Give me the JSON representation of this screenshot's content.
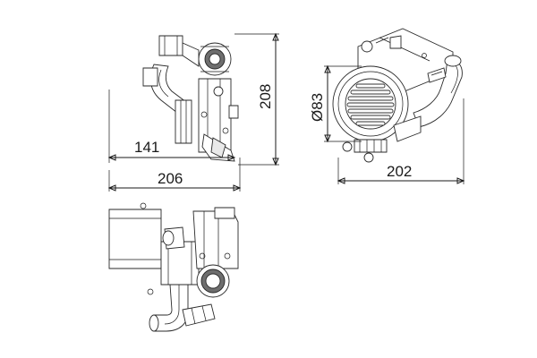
{
  "diagram": {
    "dimensions": {
      "width_side": "141",
      "width_overall": "206",
      "height_overall": "208",
      "diameter_flange": "Ø83",
      "depth": "202"
    }
  }
}
